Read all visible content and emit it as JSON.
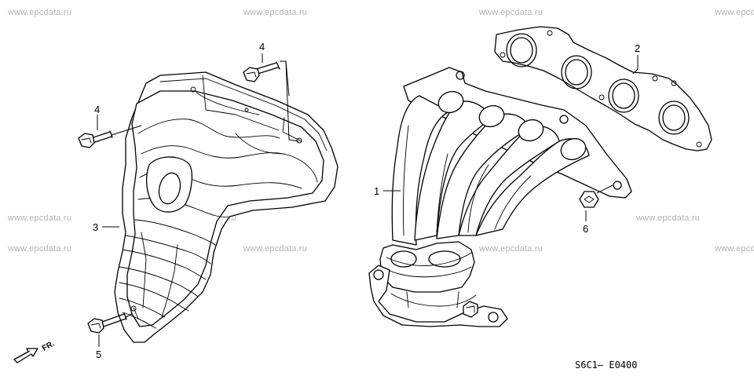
{
  "watermark": "www.epcdata.ru",
  "diagram_code": "S6C1— E0400",
  "direction_label": "FR.",
  "callouts": {
    "c1": "1",
    "c2": "2",
    "c3": "3",
    "c4a": "4",
    "c4b": "4",
    "c5": "5",
    "c6": "6"
  }
}
